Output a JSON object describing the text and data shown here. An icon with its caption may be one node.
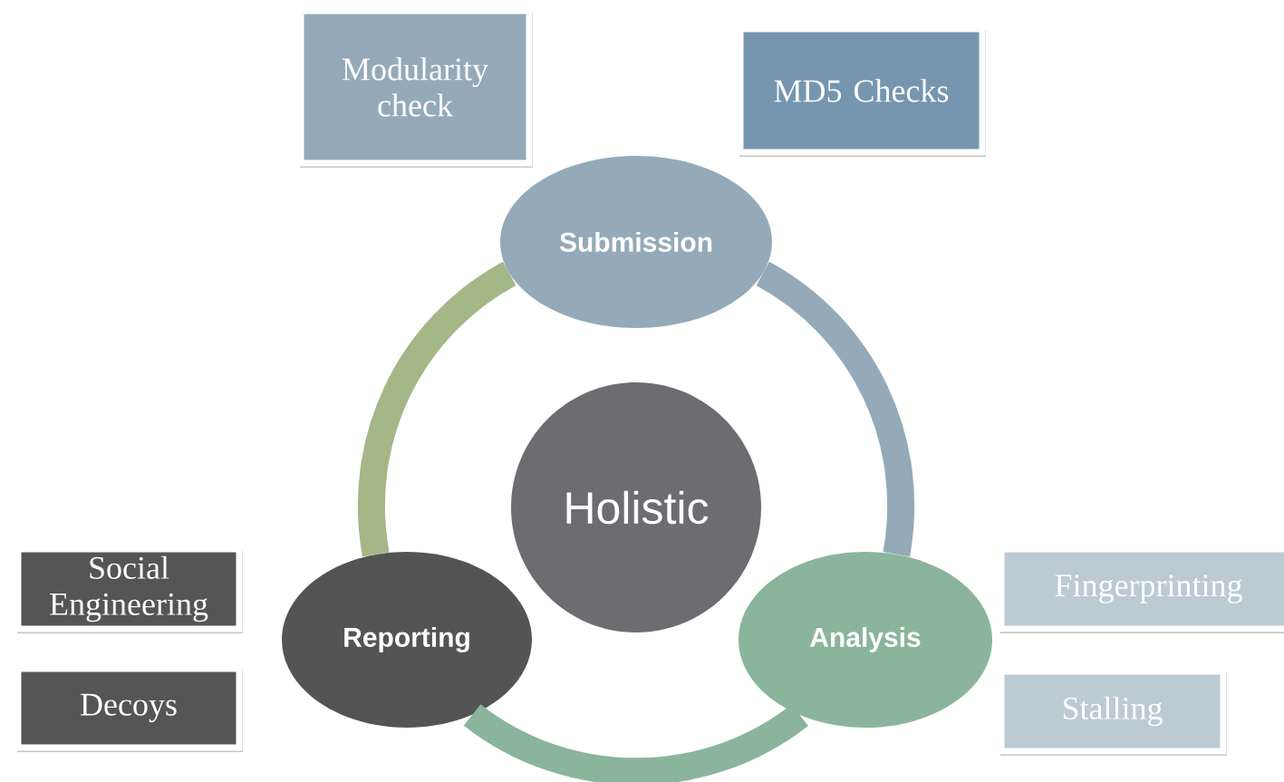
{
  "diagram": {
    "nodes": [
      {
        "text": [
          "Modularity check"
        ]
      },
      {
        "text": [
          "MD5 Checks"
        ]
      },
      {
        "text": [
          "Submission"
        ]
      },
      {
        "text": [
          "Holistic"
        ]
      },
      {
        "text": [
          "Social Engineering"
        ]
      },
      {
        "text": [
          "Fingerprinting"
        ]
      },
      {
        "text": [
          "Reporting"
        ]
      },
      {
        "text": [
          "Analysis"
        ]
      },
      {
        "text": [
          "Decoys"
        ]
      },
      {
        "text": [
          "Stalling"
        ]
      }
    ],
    "edges": [
      {
        "from": 2,
        "to": 7,
        "arrow": "none",
        "color": "#94aab9"
      },
      {
        "from": 7,
        "to": 6,
        "arrow": "none",
        "color": "#8ab59b"
      },
      {
        "from": 6,
        "to": 2,
        "arrow": "none",
        "color": "#a3b787"
      }
    ]
  }
}
